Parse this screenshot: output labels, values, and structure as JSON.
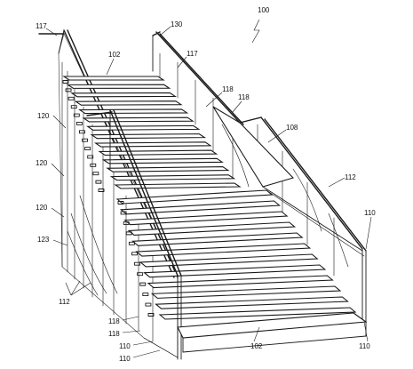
{
  "figure": {
    "labels": [
      {
        "id": "lbl-100",
        "text": "100"
      },
      {
        "id": "lbl-117a",
        "text": "117"
      },
      {
        "id": "lbl-130",
        "text": "130"
      },
      {
        "id": "lbl-102a",
        "text": "102"
      },
      {
        "id": "lbl-117b",
        "text": "117"
      },
      {
        "id": "lbl-118a",
        "text": "118"
      },
      {
        "id": "lbl-118b",
        "text": "118"
      },
      {
        "id": "lbl-108",
        "text": "108"
      },
      {
        "id": "lbl-120a",
        "text": "120"
      },
      {
        "id": "lbl-120b",
        "text": "120"
      },
      {
        "id": "lbl-120c",
        "text": "120"
      },
      {
        "id": "lbl-112a",
        "text": "112"
      },
      {
        "id": "lbl-110a",
        "text": "110"
      },
      {
        "id": "lbl-123",
        "text": "123"
      },
      {
        "id": "lbl-112b",
        "text": "112"
      },
      {
        "id": "lbl-118c",
        "text": "118"
      },
      {
        "id": "lbl-118d",
        "text": "118"
      },
      {
        "id": "lbl-110b",
        "text": "110"
      },
      {
        "id": "lbl-110c",
        "text": "110"
      },
      {
        "id": "lbl-102b",
        "text": "102"
      },
      {
        "id": "lbl-110d",
        "text": "110"
      }
    ]
  }
}
